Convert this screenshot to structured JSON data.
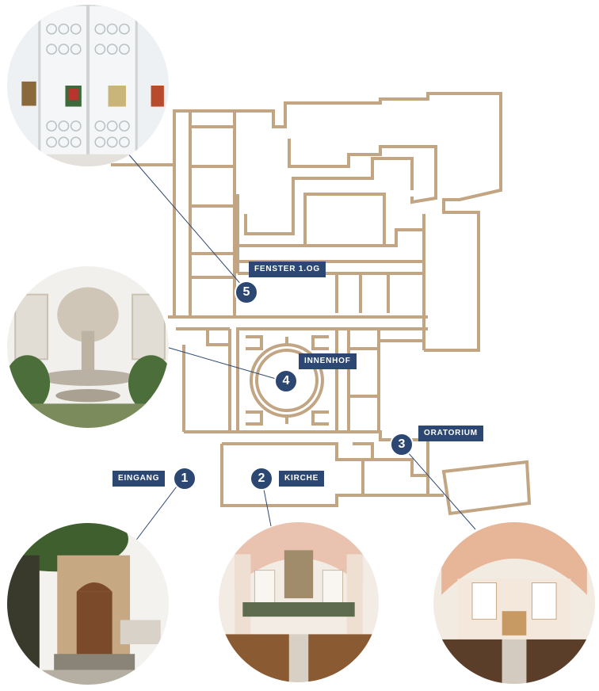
{
  "locations": [
    {
      "number": "1",
      "label": "EINGANG",
      "photo": "entrance-portal-photo"
    },
    {
      "number": "2",
      "label": "KIRCHE",
      "photo": "church-nave-photo"
    },
    {
      "number": "3",
      "label": "ORATORIUM",
      "photo": "oratory-chapel-photo"
    },
    {
      "number": "4",
      "label": "INNENHOF",
      "photo": "courtyard-fountain-photo"
    },
    {
      "number": "5",
      "label": "FENSTER 1.OG",
      "photo": "stained-glass-window-photo"
    }
  ],
  "colors": {
    "plan_lines": "#c2a583",
    "marker_fill": "#2c4872",
    "label_fill": "#2c4872",
    "text": "#ffffff",
    "leader_lines": "#2c4872"
  }
}
